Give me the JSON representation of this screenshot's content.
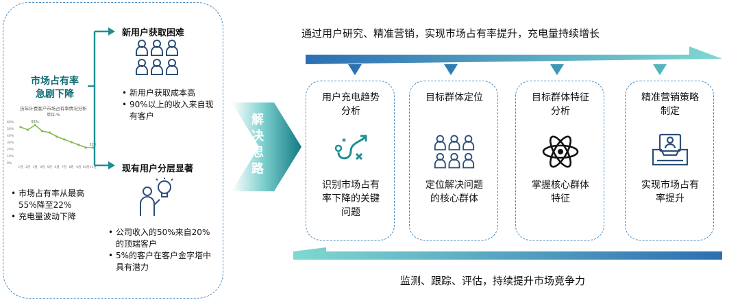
{
  "left": {
    "title": "市场占有率\n急剧下降",
    "chart_title": "历年计费客户市场占有率情况分析",
    "chart_subtitle": "单位:%",
    "bullets": [
      "市场占有率从最高55%降至22%",
      "充电量波动下降"
    ]
  },
  "chart_data": {
    "type": "line",
    "y_ticks": [
      "60%",
      "50%",
      "40%",
      "30%",
      "20%",
      "10%",
      "0%"
    ],
    "x_ticks": [
      "1月",
      "2月",
      "3月",
      "4月",
      "5月",
      "6月",
      "7月",
      "8月",
      "9月",
      "10月",
      "11月"
    ],
    "values": [
      52,
      48,
      55,
      46,
      44,
      38,
      34,
      30,
      26,
      22,
      22
    ],
    "labels_shown": [
      "55%",
      "22%"
    ],
    "ylim": [
      0,
      60
    ]
  },
  "branch_new": {
    "title": "新用户获取困难",
    "bullets": [
      "新用户获取成本高",
      "90%以上的收入来自现有客户"
    ]
  },
  "branch_existing": {
    "title": "现有用户分层显著",
    "bullets": [
      "公司收入的50%来自20%的顶端客户",
      "5%的客户在客户金字塔中具有潜力"
    ]
  },
  "solution": {
    "label": "解决思路"
  },
  "top_caption": "通过用户研究、精准营销，实现市场占有率提升，充电量持续增长",
  "bottom_caption": "监测、跟踪、评估，持续提升市场竞争力",
  "cards": [
    {
      "title": "用户充电趋势分析",
      "desc": "识别市场占有率下降的关键问题",
      "icon": "trend-path-icon"
    },
    {
      "title": "目标群体定位",
      "desc": "定位解决问题的核心群体",
      "icon": "people-group-icon"
    },
    {
      "title": "目标群体特征分析",
      "desc": "掌握核心群体特征",
      "icon": "atom-icon"
    },
    {
      "title": "精准营销策略制定",
      "desc": "实现市场占有率提升",
      "icon": "target-inbox-icon"
    }
  ],
  "colors": {
    "teal": "#1d8f92",
    "blue": "#2c6fb3",
    "light": "#7fd8d0"
  }
}
